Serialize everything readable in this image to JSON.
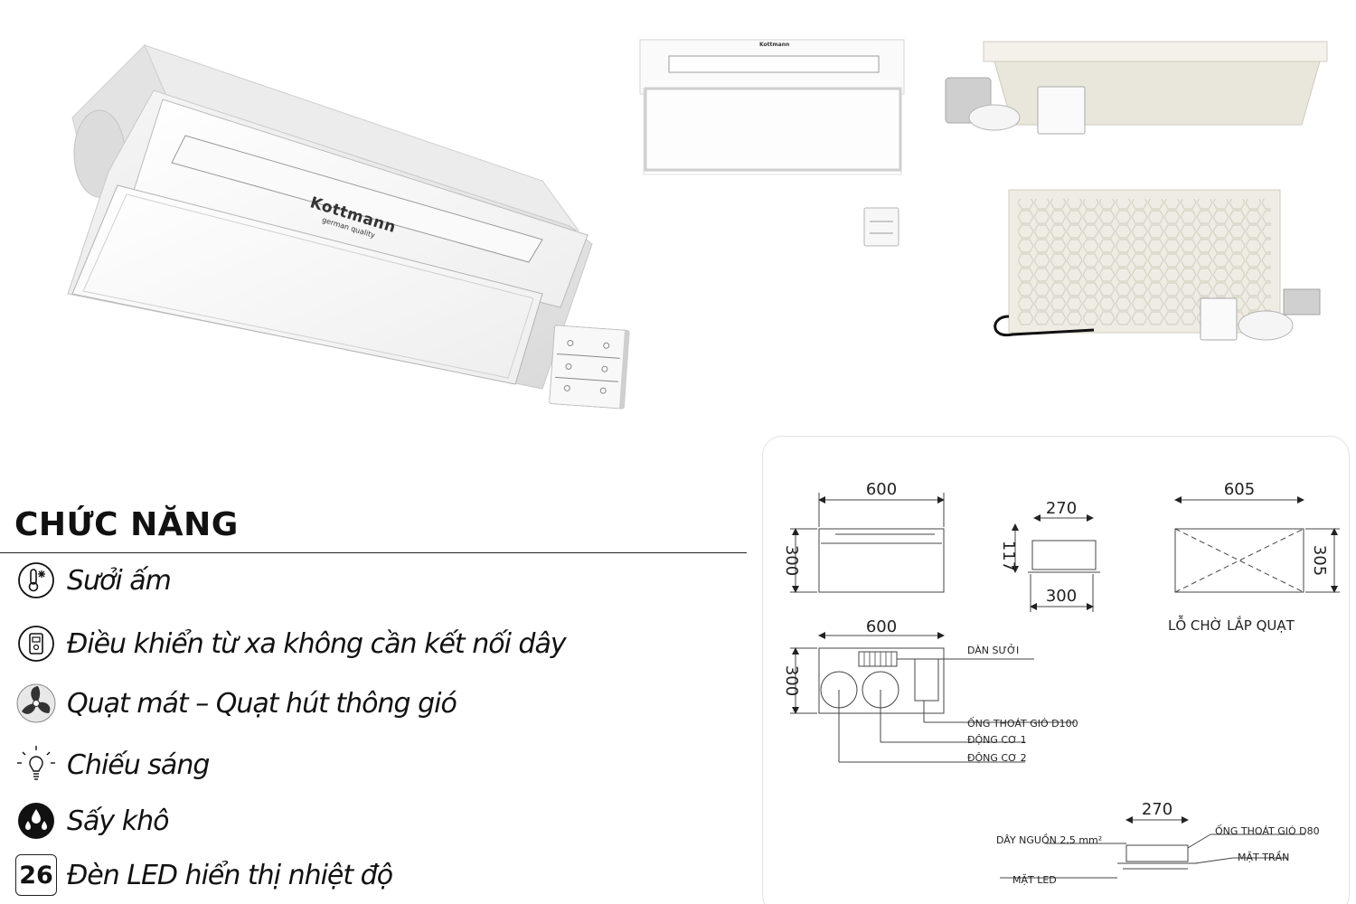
{
  "product": {
    "brand": "Kottmann",
    "brand_tagline": "german quality"
  },
  "features": {
    "title": "CHỨC NĂNG",
    "items": [
      {
        "icon": "thermometer-heat-icon",
        "label": "Sưởi ấm"
      },
      {
        "icon": "remote-control-icon",
        "label": "Điều khiển từ xa không cần kết nối dây"
      },
      {
        "icon": "fan-icon",
        "label": "Quạt mát – Quạt hút thông gió"
      },
      {
        "icon": "light-bulb-icon",
        "label": "Chiếu sáng"
      },
      {
        "icon": "drying-drops-icon",
        "label": "Sấy khô"
      },
      {
        "icon": "temperature-display-icon",
        "badge": "26",
        "label": "Đèn LED hiển thị nhiệt độ"
      }
    ]
  },
  "drawing": {
    "dims": {
      "top_width": "600",
      "top_height": "300",
      "side_width": "270",
      "side_height": "117",
      "side_base": "300",
      "cutout_width": "605",
      "cutout_height": "305",
      "plan_width": "600",
      "plan_height": "300",
      "bottom_width": "270"
    },
    "labels": {
      "cutout": "LỖ CHỜ LẮP QUẠT",
      "heater": "DÀN SƯỞI",
      "duct_d100": "ỐNG THOÁT GIÓ D100",
      "motor1": "ĐỘNG CƠ 1",
      "motor2": "ĐỘNG CƠ 2",
      "power_cable": "DÂY NGUỒN 2,5 mm²",
      "duct_d80": "ỐNG THOÁT GIÓ D80",
      "ceiling": "MẶT TRẦN",
      "led_face": "MẶT LED"
    }
  }
}
